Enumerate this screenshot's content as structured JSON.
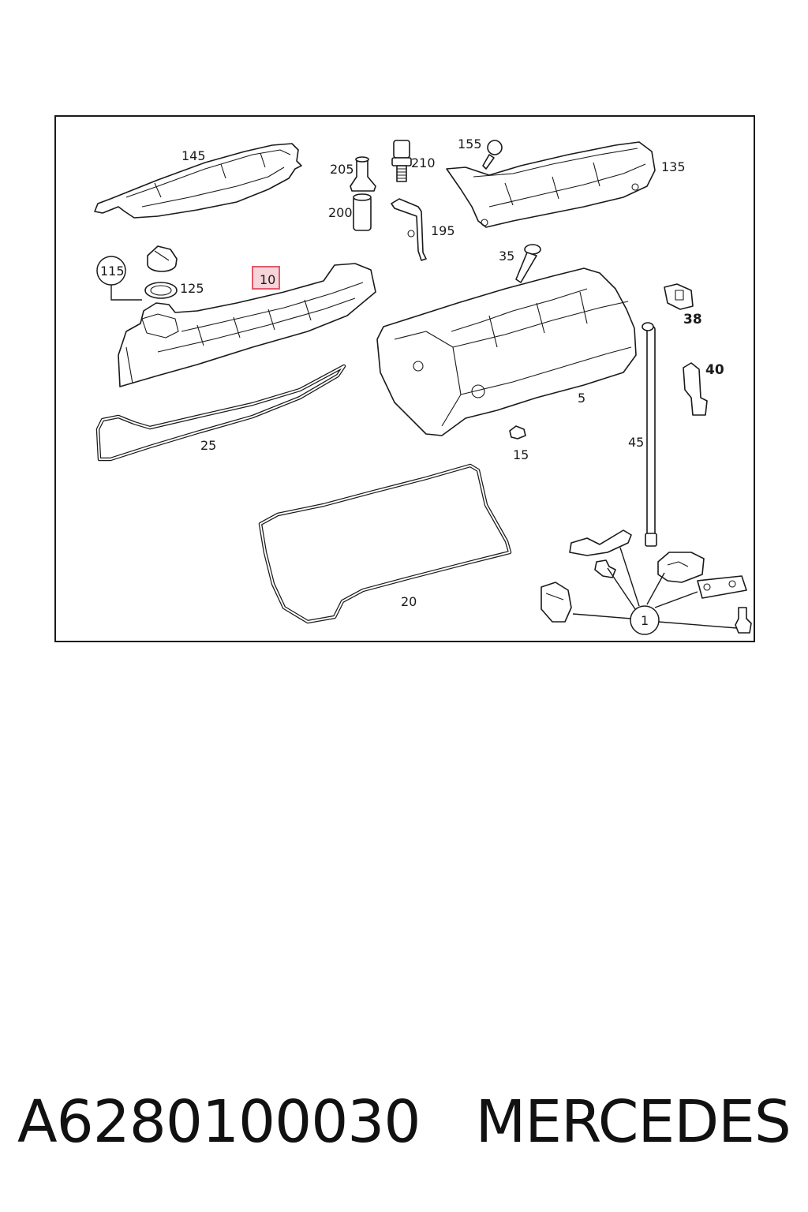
{
  "diagram": {
    "callouts": {
      "c145": "145",
      "c205": "205",
      "c210": "210",
      "c155": "155",
      "c135": "135",
      "c200": "200",
      "c195": "195",
      "c115": "115",
      "c125": "125",
      "c10": "10",
      "c35": "35",
      "c38": "38",
      "c40": "40",
      "c5": "5",
      "c25": "25",
      "c15": "15",
      "c45": "45",
      "c20": "20",
      "c1": "1"
    },
    "highlighted_part": "10",
    "highlight_color": "#e05a6a",
    "highlight_fill": "#f6d5da"
  },
  "footer": {
    "part_number": "A6280100030",
    "brand": "MERCEDES"
  }
}
